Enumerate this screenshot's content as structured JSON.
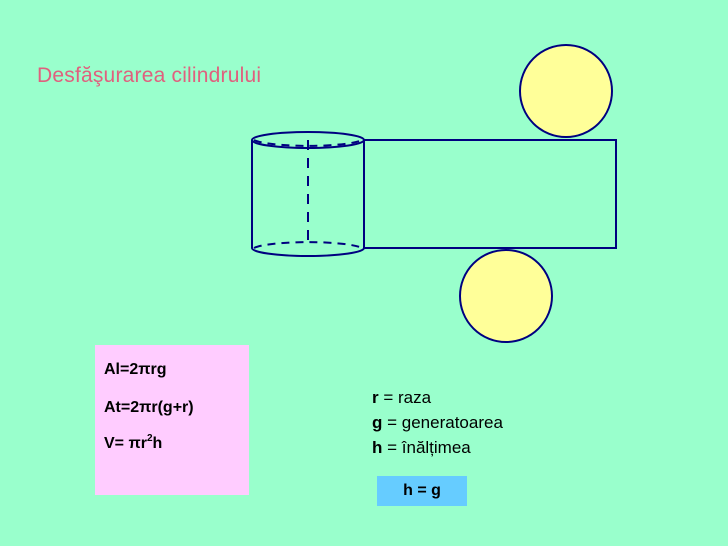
{
  "title": "Desfăşurarea cilindrului",
  "colors": {
    "background": "#99FFCC",
    "title": "#E0607E",
    "circle_fill": "#FFFF99",
    "outline": "#000080",
    "formula_box": "#FFCCFF",
    "hg_box": "#66CCFF"
  },
  "formulas": [
    {
      "pre": "Al=2",
      "pi": "π",
      "post": "rg",
      "sup": "",
      "tail": ""
    },
    {
      "pre": "At=2",
      "pi": "π",
      "post": "r(g+r)",
      "sup": "",
      "tail": ""
    },
    {
      "pre": "V= ",
      "pi": "π",
      "post": "r",
      "sup": "2",
      "tail": "h"
    }
  ],
  "legend": [
    {
      "symbol": "r",
      "text": " = raza"
    },
    {
      "symbol": "g",
      "text": " = generatoarea"
    },
    {
      "symbol": "h",
      "text": " = înălțimea"
    }
  ],
  "equality": "h = g"
}
